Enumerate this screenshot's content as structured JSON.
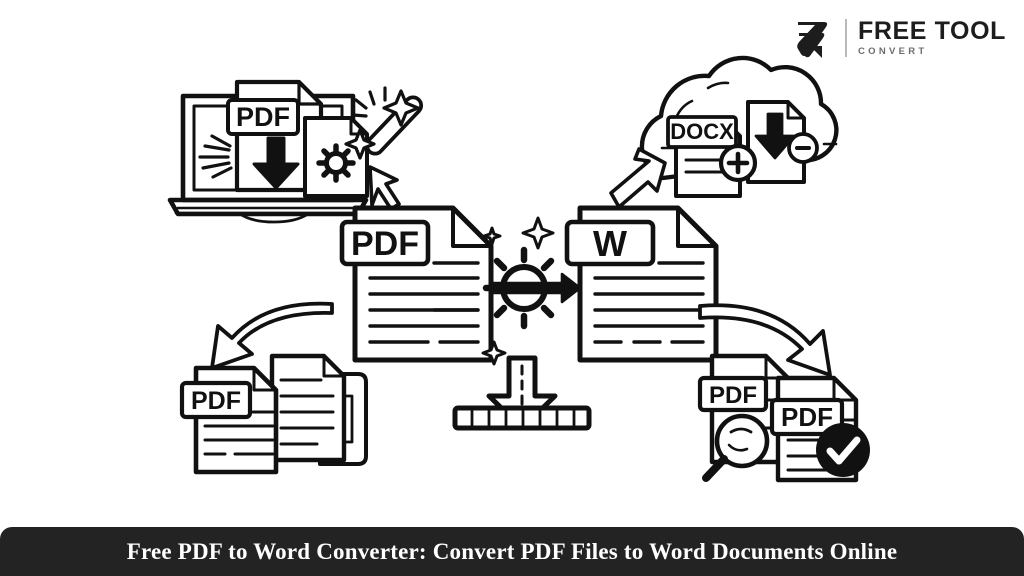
{
  "logo": {
    "mark_icon": "freetoolconvert-f-mark-icon",
    "title": "FREE TOOL",
    "subtitle": "CONVERT"
  },
  "banner": {
    "text": "Free PDF to Word Converter: Convert PDF Files to Word Documents Online",
    "background_color": "#232323",
    "text_color": "#ffffff"
  },
  "illustration": {
    "style": "black-and-white hand-drawn line art",
    "background_color": "#ffffff",
    "line_color": "#111111",
    "laptop_scene": {
      "laptop_icon": "laptop-icon",
      "document_label": "PDF",
      "download_arrow_icon": "download-arrow-icon",
      "settings_document_icon": "gear-document-icon",
      "magic_wand_icon": "magic-wand-icon",
      "cursor_icon": "cursor-arrow-icon",
      "sparkle_icon": "sparkle-icon"
    },
    "cloud_scene": {
      "cloud_icon": "cloud-icon",
      "document_label": "DOCX",
      "download_document_icon": "download-document-icon",
      "add_badge_icon": "plus-badge-icon",
      "remove_badge_icon": "minus-badge-icon",
      "incoming_arrow_icon": "arrow-up-right-icon"
    },
    "source_document": {
      "label": "PDF",
      "icon": "pdf-document-icon",
      "text_lines": 6
    },
    "target_document": {
      "label": "W",
      "icon": "word-document-icon",
      "text_lines": 6
    },
    "converter": {
      "gear_icon": "gear-conversion-icon",
      "arrow_icon": "arrow-right-icon",
      "sparkle_icon": "sparkle-icon"
    },
    "download_progress": {
      "arrow_icon": "download-arrow-outline-icon",
      "bar_icon": "segmented-progress-bar-icon",
      "segments": 8
    },
    "left_stack": {
      "label": "PDF",
      "icon": "pdf-document-stack-icon",
      "arrow_icon": "curved-arrow-down-left-icon"
    },
    "right_stack": {
      "labels": [
        "PDF",
        "PDF"
      ],
      "icon": "pdf-document-stack-icon",
      "magnifier_icon": "magnifying-glass-icon",
      "check_icon": "check-circle-icon",
      "arrow_icon": "curved-arrow-down-right-icon"
    }
  }
}
